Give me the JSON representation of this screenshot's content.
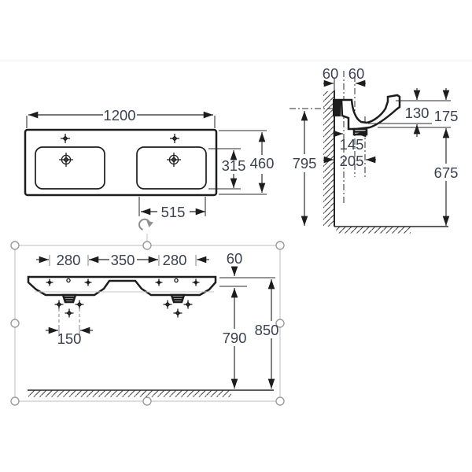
{
  "colors": {
    "line": "#262626",
    "dim_text": "#3a4150",
    "selection_box": "#c7c7c7",
    "selection_handle": "#9b9b9b"
  },
  "plan_view": {
    "overall_width": "1200",
    "overall_depth": "460",
    "bowl_depth": "315",
    "bowl_width": "515"
  },
  "side_view": {
    "back_offset": "60",
    "front_offset": "60",
    "rim_to_shelf": "130",
    "rim_to_underside": "175",
    "wall_to_fixing": "145",
    "wall_to_drain": "205",
    "floor_to_rim_back": "795",
    "floor_to_underside": "675"
  },
  "front_view": {
    "left_hole_span": "280",
    "center_span": "350",
    "right_hole_span": "280",
    "apron_height": "60",
    "lower_fixing_span": "150",
    "floor_to_underside": "790",
    "floor_to_rim": "850"
  },
  "icons": {
    "rotate_handle": "rotate-arrow",
    "tap_hole": "crosshair",
    "drain": "circle-crosshair",
    "fixing_hole": "cross-diamond"
  }
}
